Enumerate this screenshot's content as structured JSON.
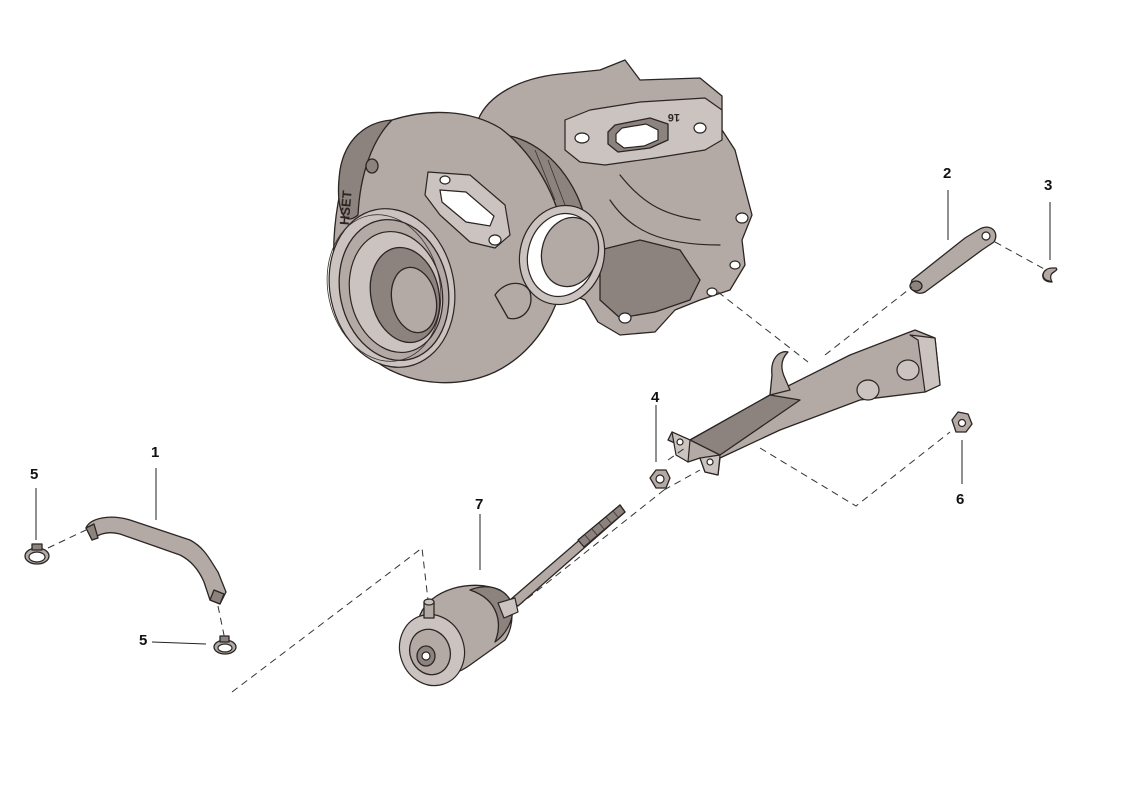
{
  "callouts": [
    {
      "id": "c1",
      "label": "1"
    },
    {
      "id": "c2",
      "label": "2"
    },
    {
      "id": "c3",
      "label": "3"
    },
    {
      "id": "c4",
      "label": "4"
    },
    {
      "id": "c5a",
      "label": "5"
    },
    {
      "id": "c5b",
      "label": "5"
    },
    {
      "id": "c6",
      "label": "6"
    },
    {
      "id": "c7",
      "label": "7"
    }
  ],
  "housing_marking": "HSET",
  "flange_marking": "16",
  "colors": {
    "part_fill": "#b3aaa6",
    "part_shadow": "#8c827e",
    "outline": "#2b2523",
    "background": "#ffffff"
  }
}
